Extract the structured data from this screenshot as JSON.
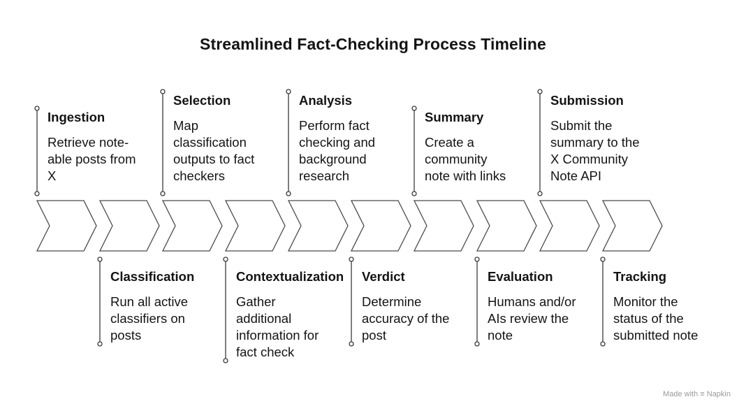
{
  "title": "Streamlined Fact-Checking Process Timeline",
  "steps": [
    {
      "title": "Ingestion",
      "text": "Retrieve note-\nable posts from\nX"
    },
    {
      "title": "Classification",
      "text": "Run all active\nclassifiers on\nposts"
    },
    {
      "title": "Selection",
      "text": "Map\nclassification\noutputs to fact\ncheckers"
    },
    {
      "title": "Contextualization",
      "text": "Gather\nadditional\ninformation for\nfact check"
    },
    {
      "title": "Analysis",
      "text": "Perform fact\nchecking and\nbackground\nresearch"
    },
    {
      "title": "Verdict",
      "text": "Determine\naccuracy of the\npost"
    },
    {
      "title": "Summary",
      "text": "Create a\ncommunity\nnote with links"
    },
    {
      "title": "Evaluation",
      "text": "Humans and/or\nAIs review the\nnote"
    },
    {
      "title": "Submission",
      "text": "Submit the\nsummary to the\nX Community\nNote API"
    },
    {
      "title": "Tracking",
      "text": "Monitor the\nstatus of the\nsubmitted note"
    }
  ],
  "footer": {
    "made_with": "Made with",
    "brand": "Napkin"
  }
}
